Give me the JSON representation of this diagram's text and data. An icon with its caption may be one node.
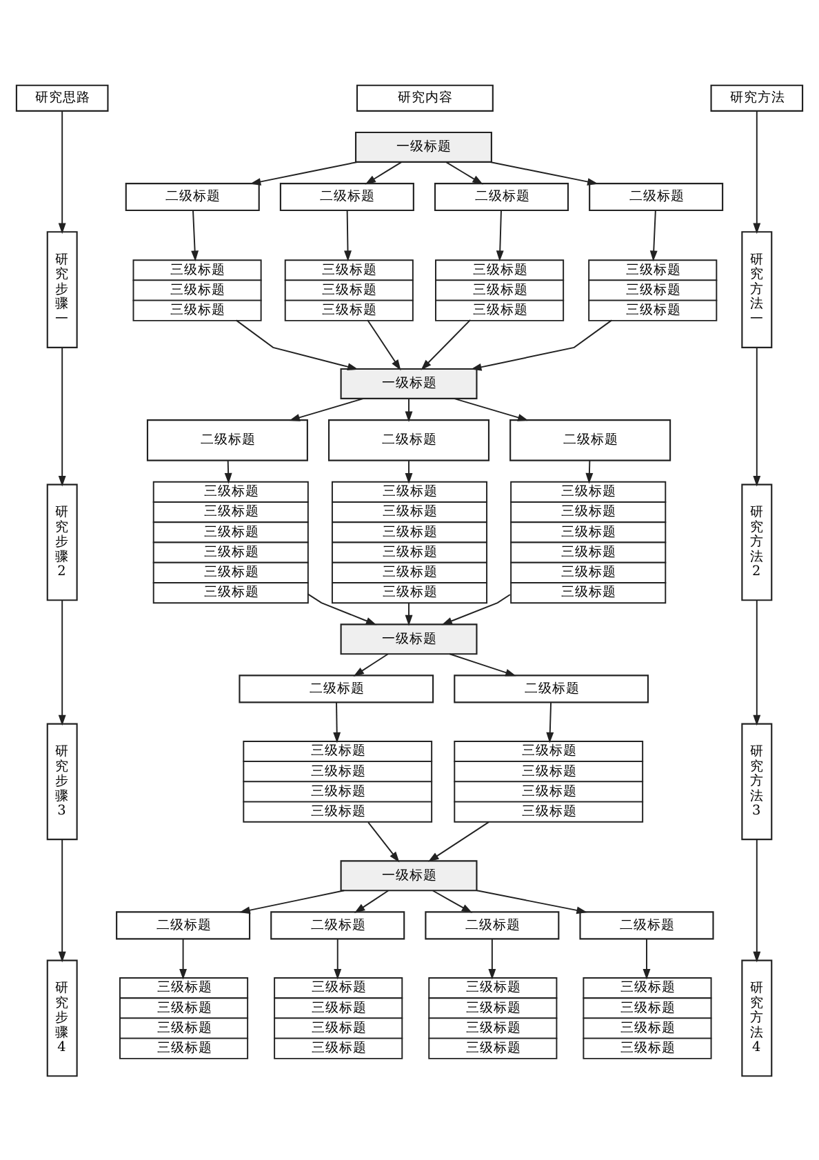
{
  "diagram": {
    "nodes": [
      {
        "text": [
          "研究思路"
        ]
      },
      {
        "text": [
          "研究内容"
        ]
      },
      {
        "text": [
          "研究方法"
        ]
      },
      {
        "text": [
          "一级标题"
        ]
      },
      {
        "text": [
          "研究步骤一"
        ]
      },
      {
        "text": [
          "二级标题"
        ]
      },
      {
        "text": [
          "二级标题"
        ]
      },
      {
        "text": [
          "二级标题"
        ]
      },
      {
        "text": [
          "二级标题"
        ]
      },
      {
        "text": [
          "三级标题",
          "三级标题",
          "三级标题"
        ]
      },
      {
        "text": [
          "三级标题",
          "三级标题",
          "三级标题"
        ]
      },
      {
        "text": [
          "三级标题",
          "三级标题",
          "三级标题"
        ]
      },
      {
        "text": [
          "三级标题",
          "三级标题",
          "三级标题"
        ]
      },
      {
        "text": [
          "研究方法一"
        ]
      },
      {
        "text": [
          "一级标题"
        ]
      },
      {
        "text": [
          "研究步骤2"
        ]
      },
      {
        "text": [
          "二级标题"
        ]
      },
      {
        "text": [
          "二级标题"
        ]
      },
      {
        "text": [
          "二级标题"
        ]
      },
      {
        "text": [
          "三级标题",
          "三级标题",
          "三级标题",
          "三级标题",
          "三级标题",
          "三级标题"
        ]
      },
      {
        "text": [
          "三级标题",
          "三级标题",
          "三级标题",
          "三级标题",
          "三级标题",
          "三级标题"
        ]
      },
      {
        "text": [
          "三级标题",
          "三级标题",
          "三级标题",
          "三级标题",
          "三级标题",
          "三级标题"
        ]
      },
      {
        "text": [
          "研究方法2"
        ]
      },
      {
        "text": [
          "一级标题"
        ]
      },
      {
        "text": [
          "研究步骤3"
        ]
      },
      {
        "text": [
          "二级标题"
        ]
      },
      {
        "text": [
          "二级标题"
        ]
      },
      {
        "text": [
          "三级标题",
          "三级标题",
          "三级标题",
          "三级标题"
        ]
      },
      {
        "text": [
          "三级标题",
          "三级标题",
          "三级标题",
          "三级标题"
        ]
      },
      {
        "text": [
          "研究方法3"
        ]
      },
      {
        "text": [
          "一级标题"
        ]
      },
      {
        "text": [
          "研究步骤4"
        ]
      },
      {
        "text": [
          "二级标题"
        ]
      },
      {
        "text": [
          "二级标题"
        ]
      },
      {
        "text": [
          "二级标题"
        ]
      },
      {
        "text": [
          "二级标题"
        ]
      },
      {
        "text": [
          "三级标题",
          "三级标题",
          "三级标题",
          "三级标题"
        ]
      },
      {
        "text": [
          "三级标题",
          "三级标题",
          "三级标题",
          "三级标题"
        ]
      },
      {
        "text": [
          "三级标题",
          "三级标题",
          "三级标题",
          "三级标题"
        ]
      },
      {
        "text": [
          "三级标题",
          "三级标题",
          "三级标题",
          "三级标题"
        ]
      },
      {
        "text": [
          "研究方法4"
        ]
      }
    ],
    "edges": [
      {
        "from": 0,
        "to": 4,
        "arrow": "to"
      },
      {
        "from": 4,
        "to": 15,
        "arrow": "to"
      },
      {
        "from": 15,
        "to": 24,
        "arrow": "to"
      },
      {
        "from": 24,
        "to": 31,
        "arrow": "to"
      },
      {
        "from": 3,
        "to": 5,
        "arrow": "to"
      },
      {
        "from": 3,
        "to": 6,
        "arrow": "to"
      },
      {
        "from": 3,
        "to": 7,
        "arrow": "to"
      },
      {
        "from": 3,
        "to": 8,
        "arrow": "to"
      },
      {
        "from": 5,
        "to": 9,
        "arrow": "to"
      },
      {
        "from": 6,
        "to": 10,
        "arrow": "to"
      },
      {
        "from": 7,
        "to": 11,
        "arrow": "to"
      },
      {
        "from": 8,
        "to": 12,
        "arrow": "to"
      },
      {
        "from": 9,
        "to": 14,
        "arrow": "to"
      },
      {
        "from": 10,
        "to": 14,
        "arrow": "to"
      },
      {
        "from": 11,
        "to": 14,
        "arrow": "to"
      },
      {
        "from": 12,
        "to": 14,
        "arrow": "to"
      },
      {
        "from": 14,
        "to": 16,
        "arrow": "to"
      },
      {
        "from": 14,
        "to": 17,
        "arrow": "to"
      },
      {
        "from": 14,
        "to": 18,
        "arrow": "to"
      },
      {
        "from": 16,
        "to": 19,
        "arrow": "to"
      },
      {
        "from": 17,
        "to": 20,
        "arrow": "to"
      },
      {
        "from": 18,
        "to": 21,
        "arrow": "to"
      },
      {
        "from": 19,
        "to": 23,
        "arrow": "to"
      },
      {
        "from": 20,
        "to": 23,
        "arrow": "to"
      },
      {
        "from": 21,
        "to": 23,
        "arrow": "to"
      },
      {
        "from": 23,
        "to": 25,
        "arrow": "to"
      },
      {
        "from": 23,
        "to": 26,
        "arrow": "to"
      },
      {
        "from": 25,
        "to": 27,
        "arrow": "to"
      },
      {
        "from": 26,
        "to": 28,
        "arrow": "to"
      },
      {
        "from": 27,
        "to": 30,
        "arrow": "to"
      },
      {
        "from": 28,
        "to": 30,
        "arrow": "to"
      },
      {
        "from": 30,
        "to": 32,
        "arrow": "to"
      },
      {
        "from": 30,
        "to": 33,
        "arrow": "to"
      },
      {
        "from": 30,
        "to": 34,
        "arrow": "to"
      },
      {
        "from": 30,
        "to": 35,
        "arrow": "to"
      },
      {
        "from": 32,
        "to": 36,
        "arrow": "to"
      },
      {
        "from": 33,
        "to": 37,
        "arrow": "to"
      },
      {
        "from": 34,
        "to": 38,
        "arrow": "to"
      },
      {
        "from": 35,
        "to": 39,
        "arrow": "to"
      },
      {
        "from": 2,
        "to": 13,
        "arrow": "to"
      },
      {
        "from": 13,
        "to": 22,
        "arrow": "to"
      },
      {
        "from": 22,
        "to": 29,
        "arrow": "to"
      },
      {
        "from": 29,
        "to": 40,
        "arrow": "to"
      }
    ]
  }
}
